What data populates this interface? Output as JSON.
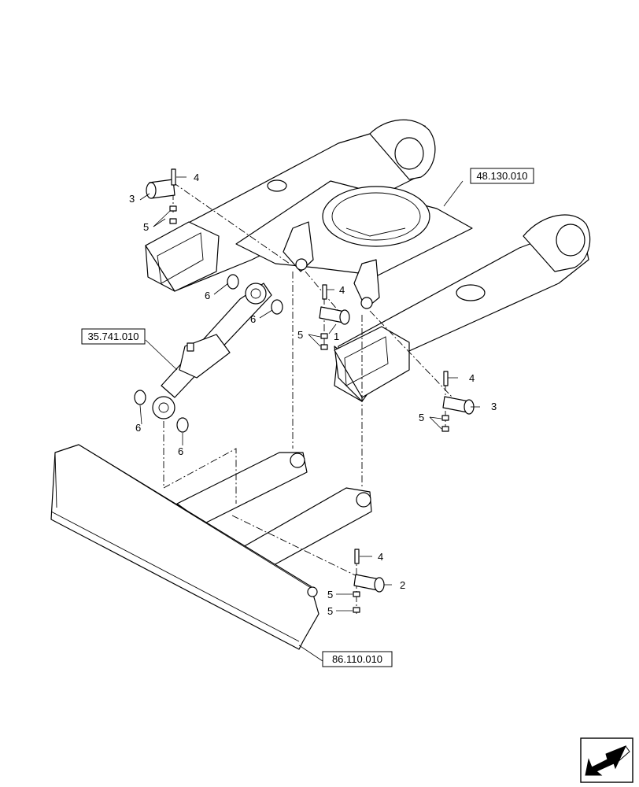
{
  "references": {
    "frame": "48.130.010",
    "cylinder": "35.741.010",
    "blade": "86.110.010"
  },
  "callouts": {
    "pin_1": "1",
    "pin_2": "2",
    "pin_3": "3",
    "bolt_4": "4",
    "nut_5": "5",
    "ring_6": "6"
  },
  "nav_icon": "arrow-down-left-icon"
}
